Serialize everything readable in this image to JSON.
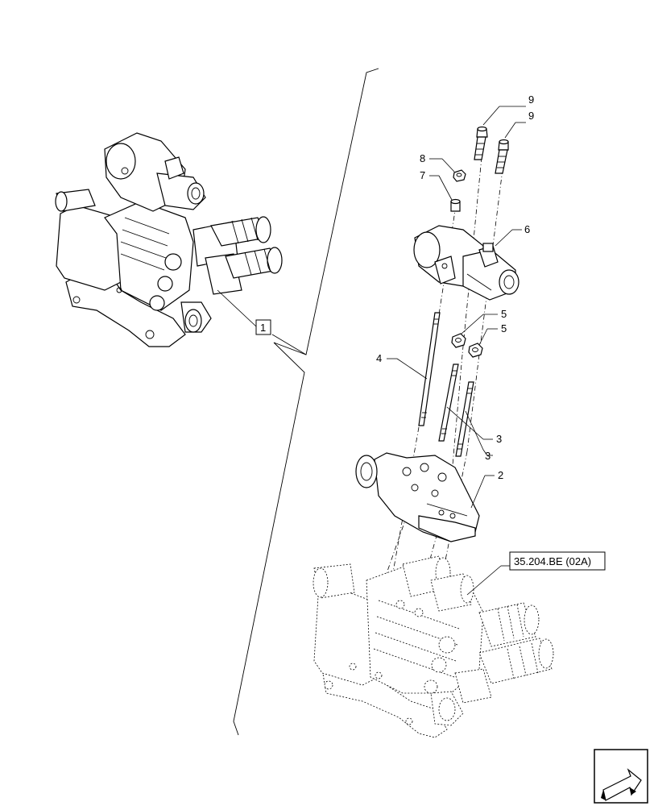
{
  "callouts": {
    "c9a": "9",
    "c9b": "9",
    "c8": "8",
    "c7": "7",
    "c6": "6",
    "c5a": "5",
    "c5b": "5",
    "c4": "4",
    "c3a": "3",
    "c3b": "3",
    "c2": "2",
    "c1": "1",
    "ref": "35.204.BE (02A)"
  },
  "icons": {
    "nav": "direction-arrow-icon"
  }
}
